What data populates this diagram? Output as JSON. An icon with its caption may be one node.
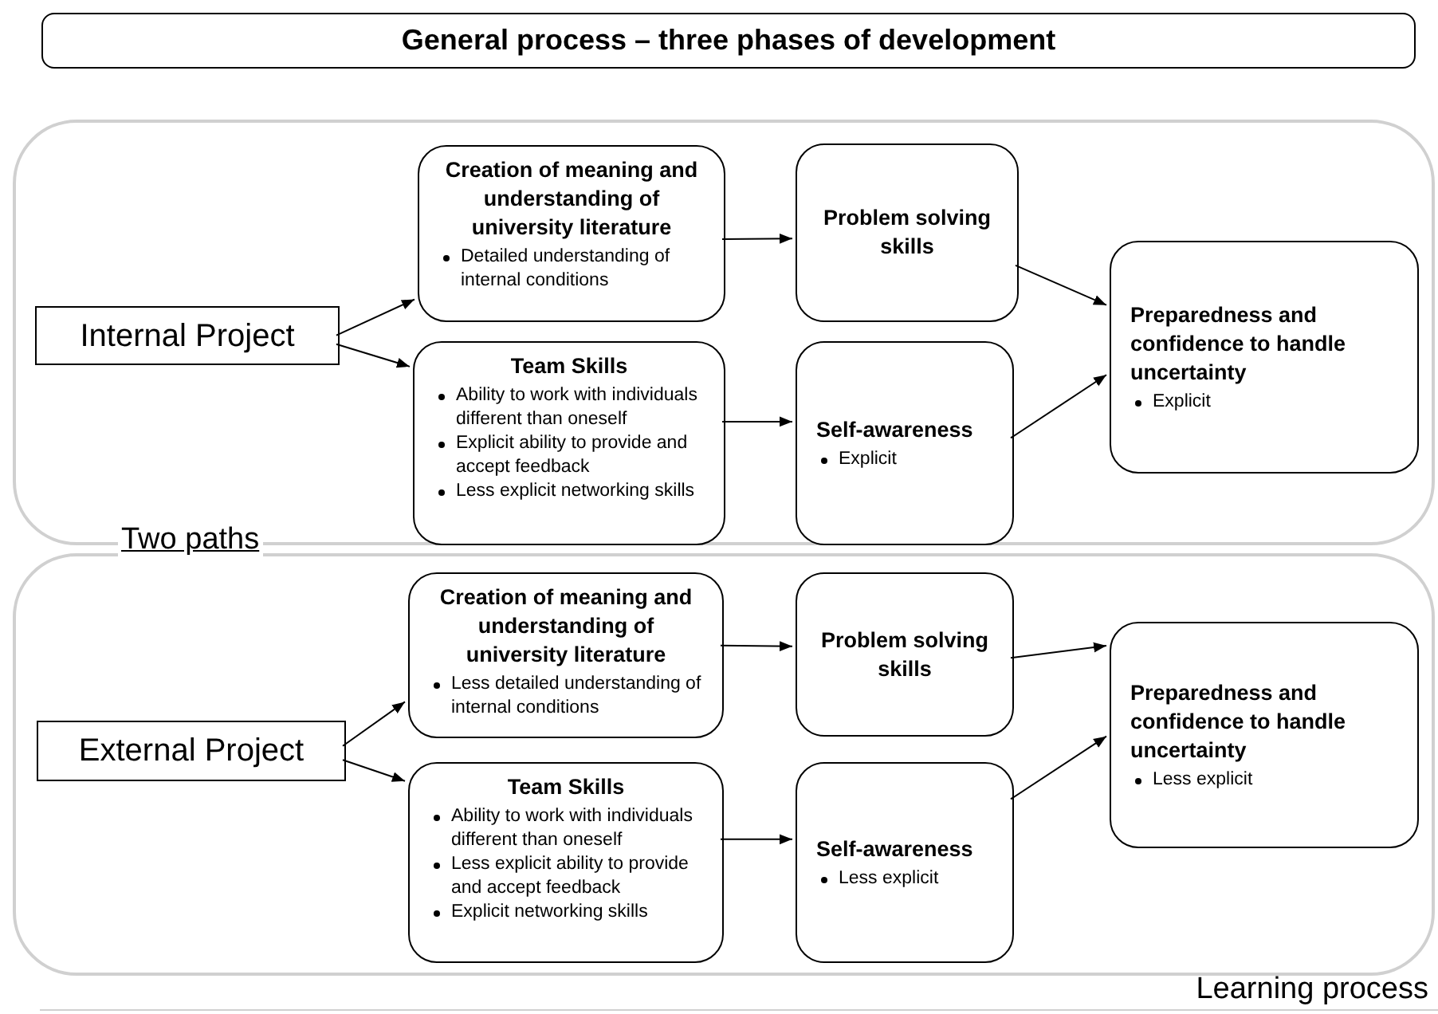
{
  "diagram": {
    "title": "General process – three phases of development",
    "nodes": [
      {
        "text": [],
        "shape": "box"
      },
      {
        "text": [
          "Internal Project"
        ],
        "in": 0
      },
      {
        "text": [
          "Creation of meaning and understanding of university literature",
          "Detailed understanding of internal conditions"
        ],
        "in": 0
      },
      {
        "text": [
          "Team Skills",
          "Ability to work with individuals different than oneself",
          "Explicit ability to provide and accept feedback",
          "Less explicit networking skills"
        ],
        "in": 0
      },
      {
        "text": [
          "Problem solving skills"
        ],
        "in": 0
      },
      {
        "text": [
          "Self-awareness",
          "Explicit"
        ],
        "in": 0
      },
      {
        "text": [
          "Preparedness and confidence to handle uncertainty",
          "Explicit"
        ],
        "in": 0
      },
      {
        "text": [],
        "shape": "box"
      },
      {
        "text": [
          "External Project"
        ],
        "in": 7
      },
      {
        "text": [
          "Creation of meaning and understanding of university literature",
          "Less detailed understanding of internal conditions"
        ],
        "in": 7
      },
      {
        "text": [
          "Team Skills",
          "Ability to work with individuals different than oneself",
          "Less explicit ability to provide and accept feedback",
          "Explicit networking skills"
        ],
        "in": 7
      },
      {
        "text": [
          "Problem solving skills"
        ],
        "in": 7
      },
      {
        "text": [
          "Self-awareness",
          "Less explicit"
        ],
        "in": 7
      },
      {
        "text": [
          "Preparedness and confidence to handle uncertainty",
          "Less explicit"
        ],
        "in": 7
      }
    ],
    "edges": [
      {
        "from": 1,
        "to": 2,
        "arrow": "to"
      },
      {
        "from": 1,
        "to": 3,
        "arrow": "to"
      },
      {
        "from": 2,
        "to": 4,
        "arrow": "to"
      },
      {
        "from": 3,
        "to": 5,
        "arrow": "to"
      },
      {
        "from": 4,
        "to": 6,
        "arrow": "to"
      },
      {
        "from": 5,
        "to": 6,
        "arrow": "to"
      },
      {
        "from": 8,
        "to": 9,
        "arrow": "to"
      },
      {
        "from": 8,
        "to": 10,
        "arrow": "to"
      },
      {
        "from": 9,
        "to": 11,
        "arrow": "to"
      },
      {
        "from": 10,
        "to": 12,
        "arrow": "to"
      },
      {
        "from": 11,
        "to": 13,
        "arrow": "to"
      },
      {
        "from": 12,
        "to": 13,
        "arrow": "to"
      }
    ],
    "labels": [
      "Two paths",
      "Learning process"
    ]
  }
}
